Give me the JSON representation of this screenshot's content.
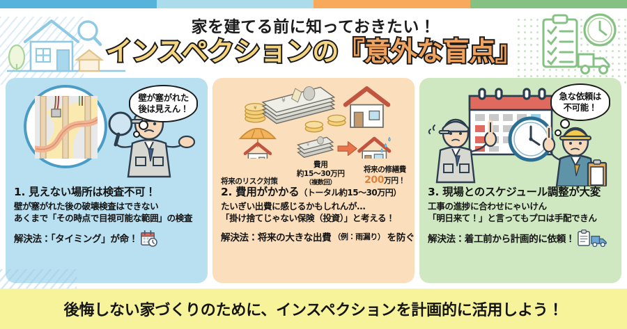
{
  "top_strip": {
    "segments": [
      {
        "name": "segment-blue-dark",
        "color": "#56b4da"
      },
      {
        "name": "segment-blue-light",
        "color": "#aadcec"
      },
      {
        "name": "segment-orange",
        "color": "#f8a95c"
      },
      {
        "name": "segment-green",
        "color": "#86c184"
      }
    ]
  },
  "header": {
    "subtitle": "家を建てる前に知っておきたい！",
    "title_part_a": "インスペクションの",
    "title_part_b": "『意外な盲点』",
    "left_icon": "house-with-magnifier-icon",
    "right_icon": "clipboard-clock-truck-icon"
  },
  "panels": [
    {
      "id": "panel-hidden-areas",
      "bg_color": "#b9e0f0",
      "art": "wall-cutaway-with-inspector-icon",
      "bubble": "壁が塞がれた\n後は見えん！",
      "bubble_line1": "壁が塞がれた",
      "bubble_line2": "後は見えん！",
      "heading": "1. 見えない場所は検査不可！",
      "body_line1": "壁が塞がれた後の破壊検査はできない",
      "body_line2": "あくまで「その時点で目視可能な範囲」の検査",
      "solution": "解決法：「タイミング」が命！",
      "solution_icon": "calendar-clock-icon"
    },
    {
      "id": "panel-cost",
      "bg_color": "#fbdfbd",
      "art": "money-stack-umbrella-house-icon",
      "captions": [
        {
          "name": "caption-risk",
          "line1": "将来のリスク対策"
        },
        {
          "name": "caption-cost",
          "line1": "費用",
          "line2": "約15〜30万円",
          "line3": "（複数回）"
        },
        {
          "name": "caption-repair",
          "line1": "将来の修繕費",
          "amount": "200",
          "amount_suffix": "万円！"
        }
      ],
      "heading": "2. 費用がかかる",
      "heading_note": "（トータル約15〜30万円）",
      "body_line1": "たいぎい出費に感じるかもしれんが…",
      "body_line2": "「掛け捨てじゃない保険（投資）」と考える！",
      "solution": "解決法：将来の大きな出費",
      "solution_note": "（例：雨漏り）",
      "solution_tail": "を防ぐ",
      "solution_icon": "none"
    },
    {
      "id": "panel-schedule",
      "bg_color": "#cfe8c1",
      "art": "calendar-clock-two-workers-icon",
      "bubble_line1": "急な依頼は",
      "bubble_line2": "不可能！",
      "heading": "3. 現場とのスケジュール調整が大変",
      "body_line1": "工事の進捗に合わせにゃいけん",
      "body_line2": "「明日来て！」と言ってもプロは手配できん",
      "solution": "解決法：着工前から計画的に依頼！",
      "solution_icon": "clipboard-truck-icon"
    }
  ],
  "footer": {
    "text": "後悔しない家づくりのために、インスペクションを計画的に活用しよう！",
    "bg_color": "#f6f39a"
  },
  "colors": {
    "accent_orange": "#e0823c",
    "title_yellow": "#f5d57f",
    "title_orange": "#f0a35e",
    "outline": "#1b1b1b"
  }
}
